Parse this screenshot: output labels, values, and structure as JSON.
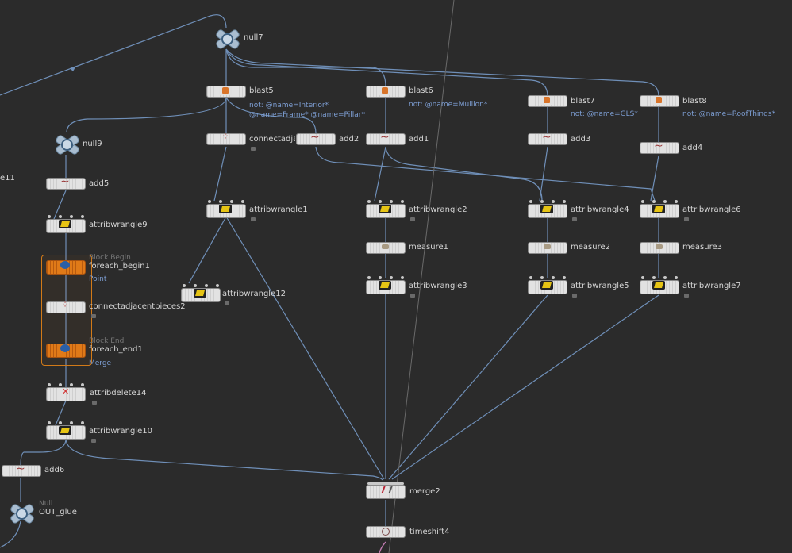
{
  "network": {
    "nodes": {
      "null7": {
        "label": "null7"
      },
      "null9": {
        "label": "null9"
      },
      "blast5": {
        "label": "blast5",
        "sub": "not: @name=Interior* @name=Frame* @name=Pillar*"
      },
      "blast6": {
        "label": "blast6",
        "sub": "not: @name=Mullion*"
      },
      "blast7": {
        "label": "blast7",
        "sub": "not: @name=GLS*"
      },
      "blast8": {
        "label": "blast8",
        "sub": "not: @name=RoofThings*"
      },
      "add5": {
        "label": "add5"
      },
      "connectadjacentpieces1": {
        "label": "connectadjacentpieces1"
      },
      "add2": {
        "label": "add2"
      },
      "add1": {
        "label": "add1"
      },
      "add3": {
        "label": "add3"
      },
      "add4": {
        "label": "add4"
      },
      "attribwrangle9": {
        "label": "attribwrangle9"
      },
      "attribwrangle1": {
        "label": "attribwrangle1"
      },
      "attribwrangle2": {
        "label": "attribwrangle2"
      },
      "attribwrangle4": {
        "label": "attribwrangle4"
      },
      "attribwrangle6": {
        "label": "attribwrangle6"
      },
      "foreach_begin1": {
        "label": "foreach_begin1",
        "tag": "Block Begin",
        "sub": "Point"
      },
      "measure1": {
        "label": "measure1"
      },
      "measure2": {
        "label": "measure2"
      },
      "measure3": {
        "label": "measure3"
      },
      "attribwrangle12": {
        "label": "attribwrangle12"
      },
      "attribwrangle3": {
        "label": "attribwrangle3"
      },
      "attribwrangle5": {
        "label": "attribwrangle5"
      },
      "attribwrangle7": {
        "label": "attribwrangle7"
      },
      "connectadjacentpieces2": {
        "label": "connectadjacentpieces2"
      },
      "foreach_end1": {
        "label": "foreach_end1",
        "tag": "Block End",
        "sub": "Merge"
      },
      "attribdelete14": {
        "label": "attribdelete14"
      },
      "attribwrangle10": {
        "label": "attribwrangle10"
      },
      "add6": {
        "label": "add6"
      },
      "merge2": {
        "label": "merge2"
      },
      "out_glue": {
        "label": "OUT_glue",
        "tag": "Null"
      },
      "timeshift4": {
        "label": "timeshift4"
      },
      "offscreen": {
        "label": "e11"
      }
    }
  },
  "colors": {
    "background": "#2b2b2b",
    "wire": "#6f8fb8",
    "label": "#d6d6d6",
    "sublabel": "#7d9ed3",
    "block": "#d27a18"
  }
}
